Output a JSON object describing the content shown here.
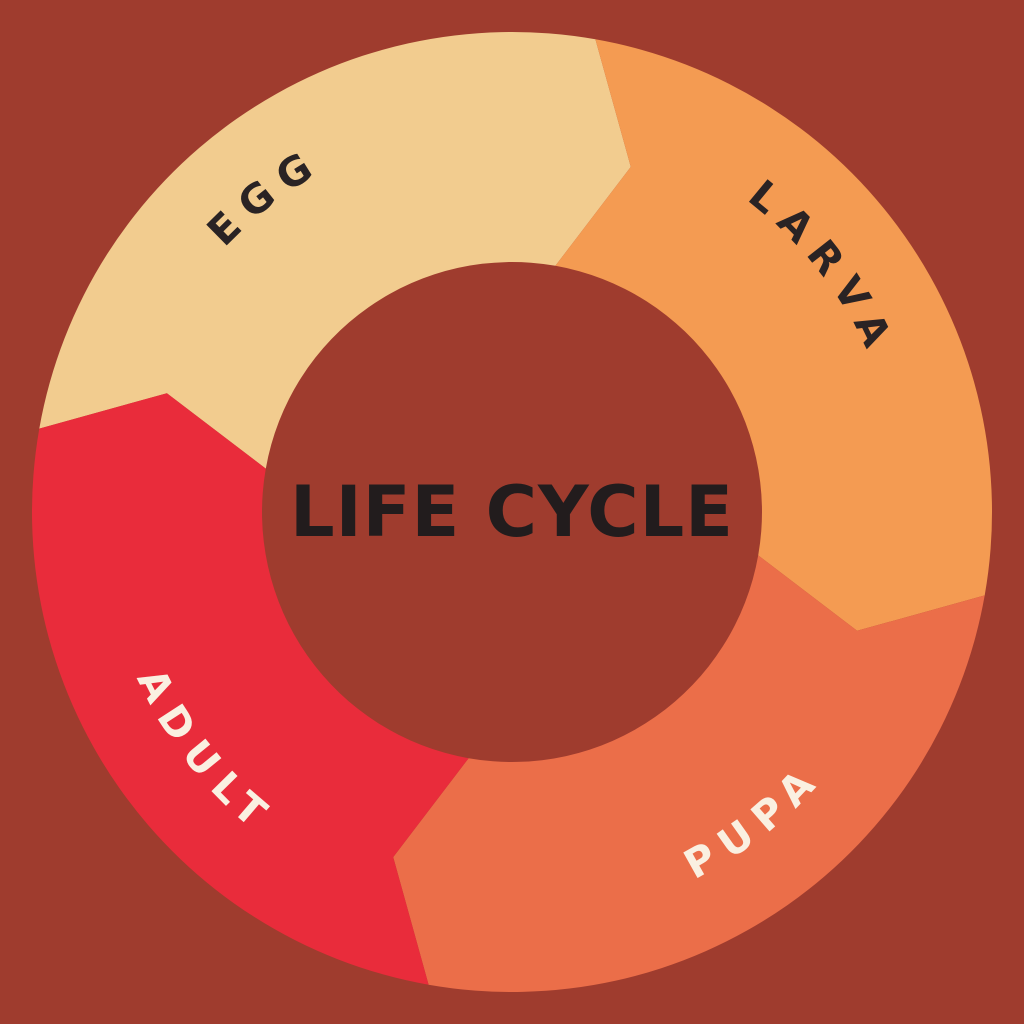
{
  "diagram": {
    "type": "cycle-diagram",
    "title": "LIFE CYCLE",
    "background_color": "#9F3C2E",
    "title_color": "#221C1D",
    "stages": [
      {
        "label": "EGG",
        "color": "#F2CC8F",
        "text_color": "#2A2324",
        "start_angle": 280,
        "end_angle": 370,
        "label_side": "top"
      },
      {
        "label": "LARVA",
        "color": "#F49B52",
        "text_color": "#2A2324",
        "start_angle": 10,
        "end_angle": 100,
        "label_side": "top"
      },
      {
        "label": "PUPA",
        "color": "#EB6E49",
        "text_color": "#FAF0E1",
        "start_angle": 100,
        "end_angle": 190,
        "label_side": "bottom"
      },
      {
        "label": "ADULT",
        "color": "#E92C3B",
        "text_color": "#FAF0E1",
        "start_angle": 190,
        "end_angle": 280,
        "label_side": "bottom"
      }
    ],
    "geometry": {
      "outer_radius": 480,
      "inner_radius": 250,
      "arrow_tip_degrees": 9,
      "top_label_radius": 390,
      "bottom_label_radius": 410
    }
  }
}
